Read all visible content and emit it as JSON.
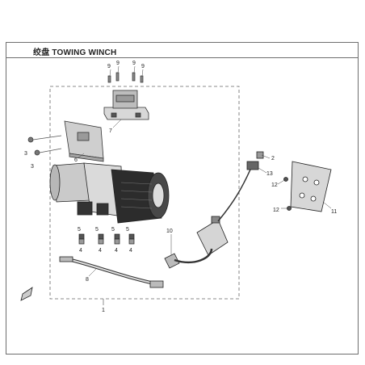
{
  "header": {
    "title": "绞盘 TOWING WINCH"
  },
  "callouts": {
    "c1": "1",
    "c2": "2",
    "c3a": "3",
    "c3b": "3",
    "c4a": "4",
    "c4b": "4",
    "c4c": "4",
    "c4d": "4",
    "c5a": "5",
    "c5b": "5",
    "c5c": "5",
    "c5d": "5",
    "c6": "6",
    "c7": "7",
    "c8": "8",
    "c9a": "9",
    "c9b": "9",
    "c9c": "9",
    "c9d": "9",
    "c10": "10",
    "c11": "11",
    "c12a": "12",
    "c12b": "12",
    "c13": "13"
  },
  "icons": {
    "corner": "page-corner-icon"
  }
}
